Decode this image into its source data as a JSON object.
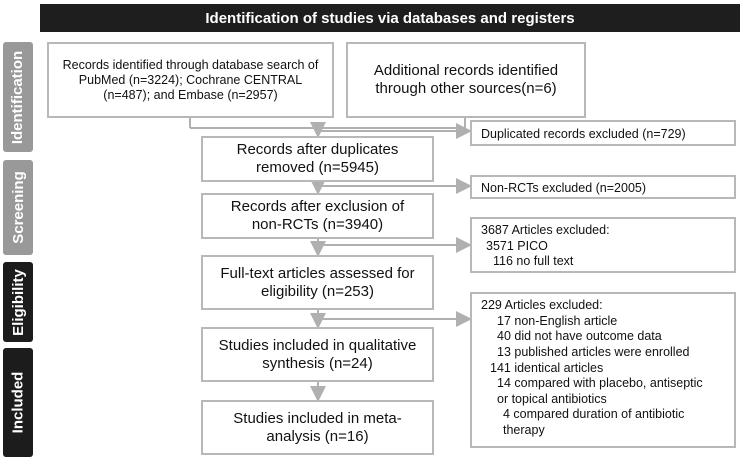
{
  "banner": "Identification of studies via databases and registers",
  "phases": {
    "identification": "Identification",
    "screening": "Screening",
    "eligibility": "Eligibility",
    "included": "Included"
  },
  "boxes": {
    "database_search": "Records identified through database search of PubMed (n=3224); Cochrane CENTRAL (n=487); and Embase (n=2957)",
    "other_sources": "Additional records identified through other sources(n=6)",
    "after_duplicates": "Records after duplicates removed (n=5945)",
    "after_non_rct": "Records after exclusion of non-RCTs (n=3940)",
    "full_text": "Full-text articles assessed for eligibility (n=253)",
    "qualitative": "Studies included in qualitative synthesis (n=24)",
    "meta_analysis": "Studies included in meta-analysis (n=16)"
  },
  "exclusions": {
    "duplicates": "Duplicated records excluded (n=729)",
    "non_rcts": "Non-RCTs excluded (n=2005)",
    "screening_title": "3687 Articles excluded:",
    "screening_items": [
      "3571 PICO",
      "116  no full text"
    ],
    "eligibility_title": "229 Articles excluded:",
    "eligibility_items": [
      "17 non-English article",
      "40 did not have outcome data",
      "13 published articles were enrolled",
      "141 identical articles",
      "14 compared with placebo, antiseptic\nor topical antibiotics",
      "4 compared duration of antibiotic\ntherapy"
    ]
  },
  "colors": {
    "banner_bg": "#1e1e1e",
    "phase_grey": "#999999",
    "phase_dark": "#1c1c1c",
    "box_border": "#b8b8b8",
    "arrow": "#b0b0b0"
  }
}
